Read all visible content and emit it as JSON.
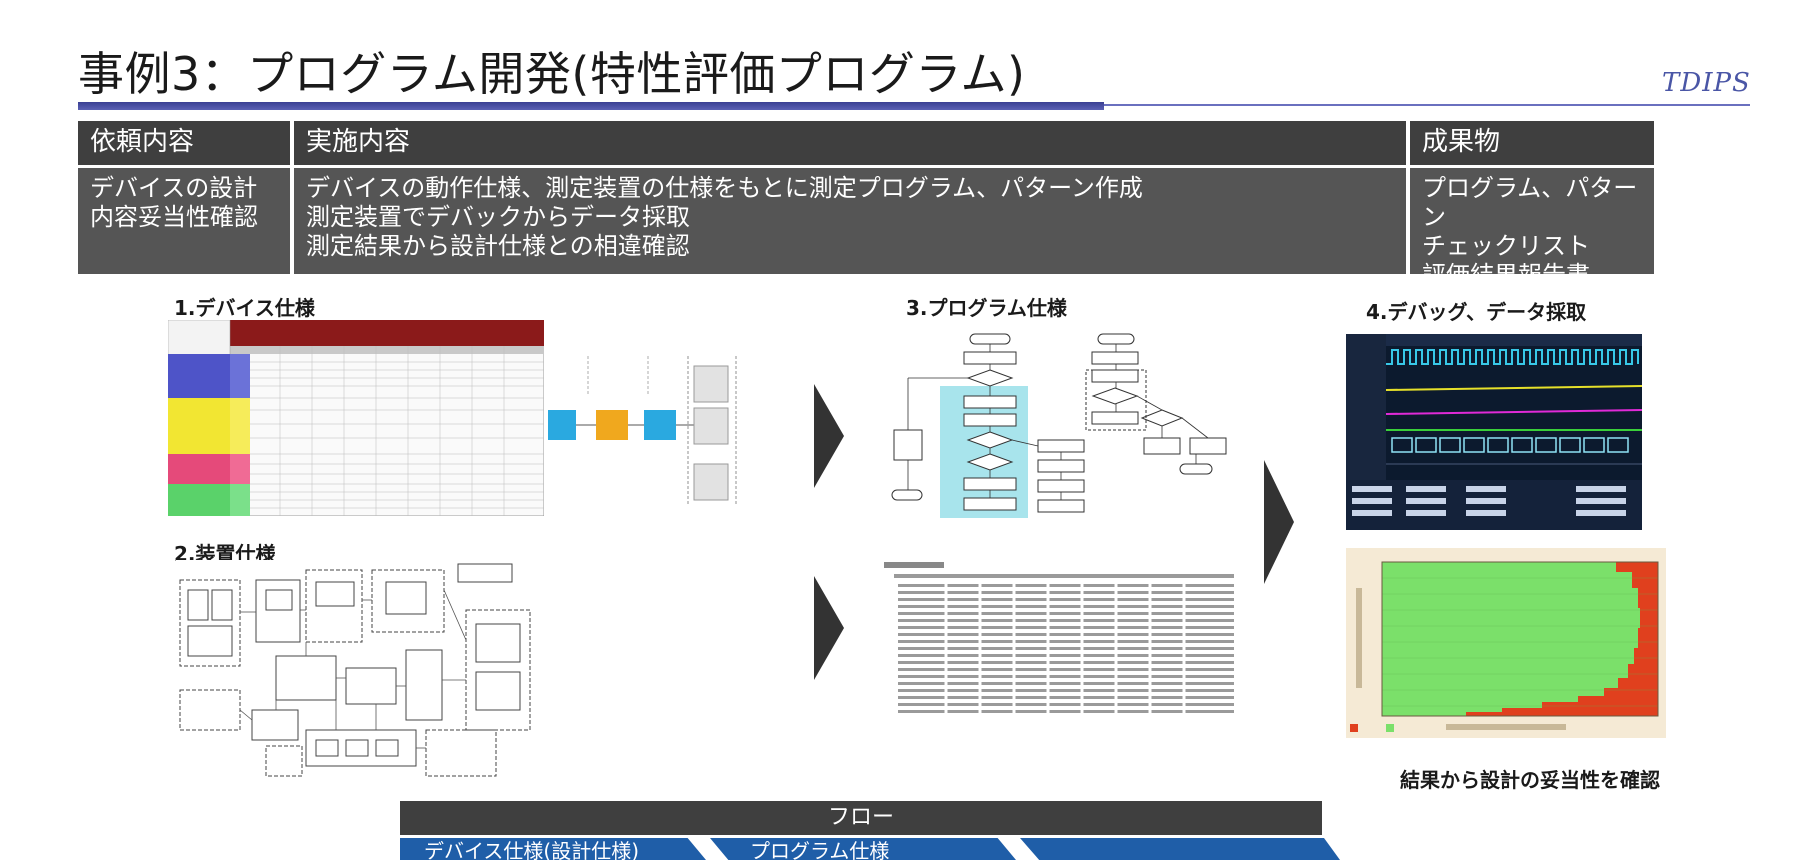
{
  "header": {
    "title": "事例3：プログラム開発(特性評価プログラム)",
    "logo": "TDIPS"
  },
  "table": {
    "headers": [
      "依頼内容",
      "実施内容",
      "成果物"
    ],
    "rows": [
      {
        "request": "デバイスの設計\n内容妥当性確認",
        "work": "デバイスの動作仕様、測定装置の仕様をもとに測定プログラム、パターン作成\n測定装置でデバックからデータ採取\n測定結果から設計仕様との相違確認",
        "deliverables": "プログラム、パターン\nチェックリスト\n評価結果報告書"
      }
    ]
  },
  "sections": {
    "device_spec": "1.デバイス仕様",
    "equipment_spec": "2.装置仕様",
    "program_spec": "3.プログラム仕様",
    "debug": "4.デバッグ、データ採取"
  },
  "caption": "結果から設計の妥当性を確認",
  "flow": {
    "title": "フロー",
    "steps": [
      "デバイス仕様(設計仕様)",
      "プログラム仕様",
      ""
    ]
  },
  "colors": {
    "accent": "#3a3f93",
    "table_header": "#3f3f3f",
    "table_body": "#555555",
    "flow_chevron": "#1f5ea8"
  },
  "icons": [
    "arrow-right-icon"
  ]
}
